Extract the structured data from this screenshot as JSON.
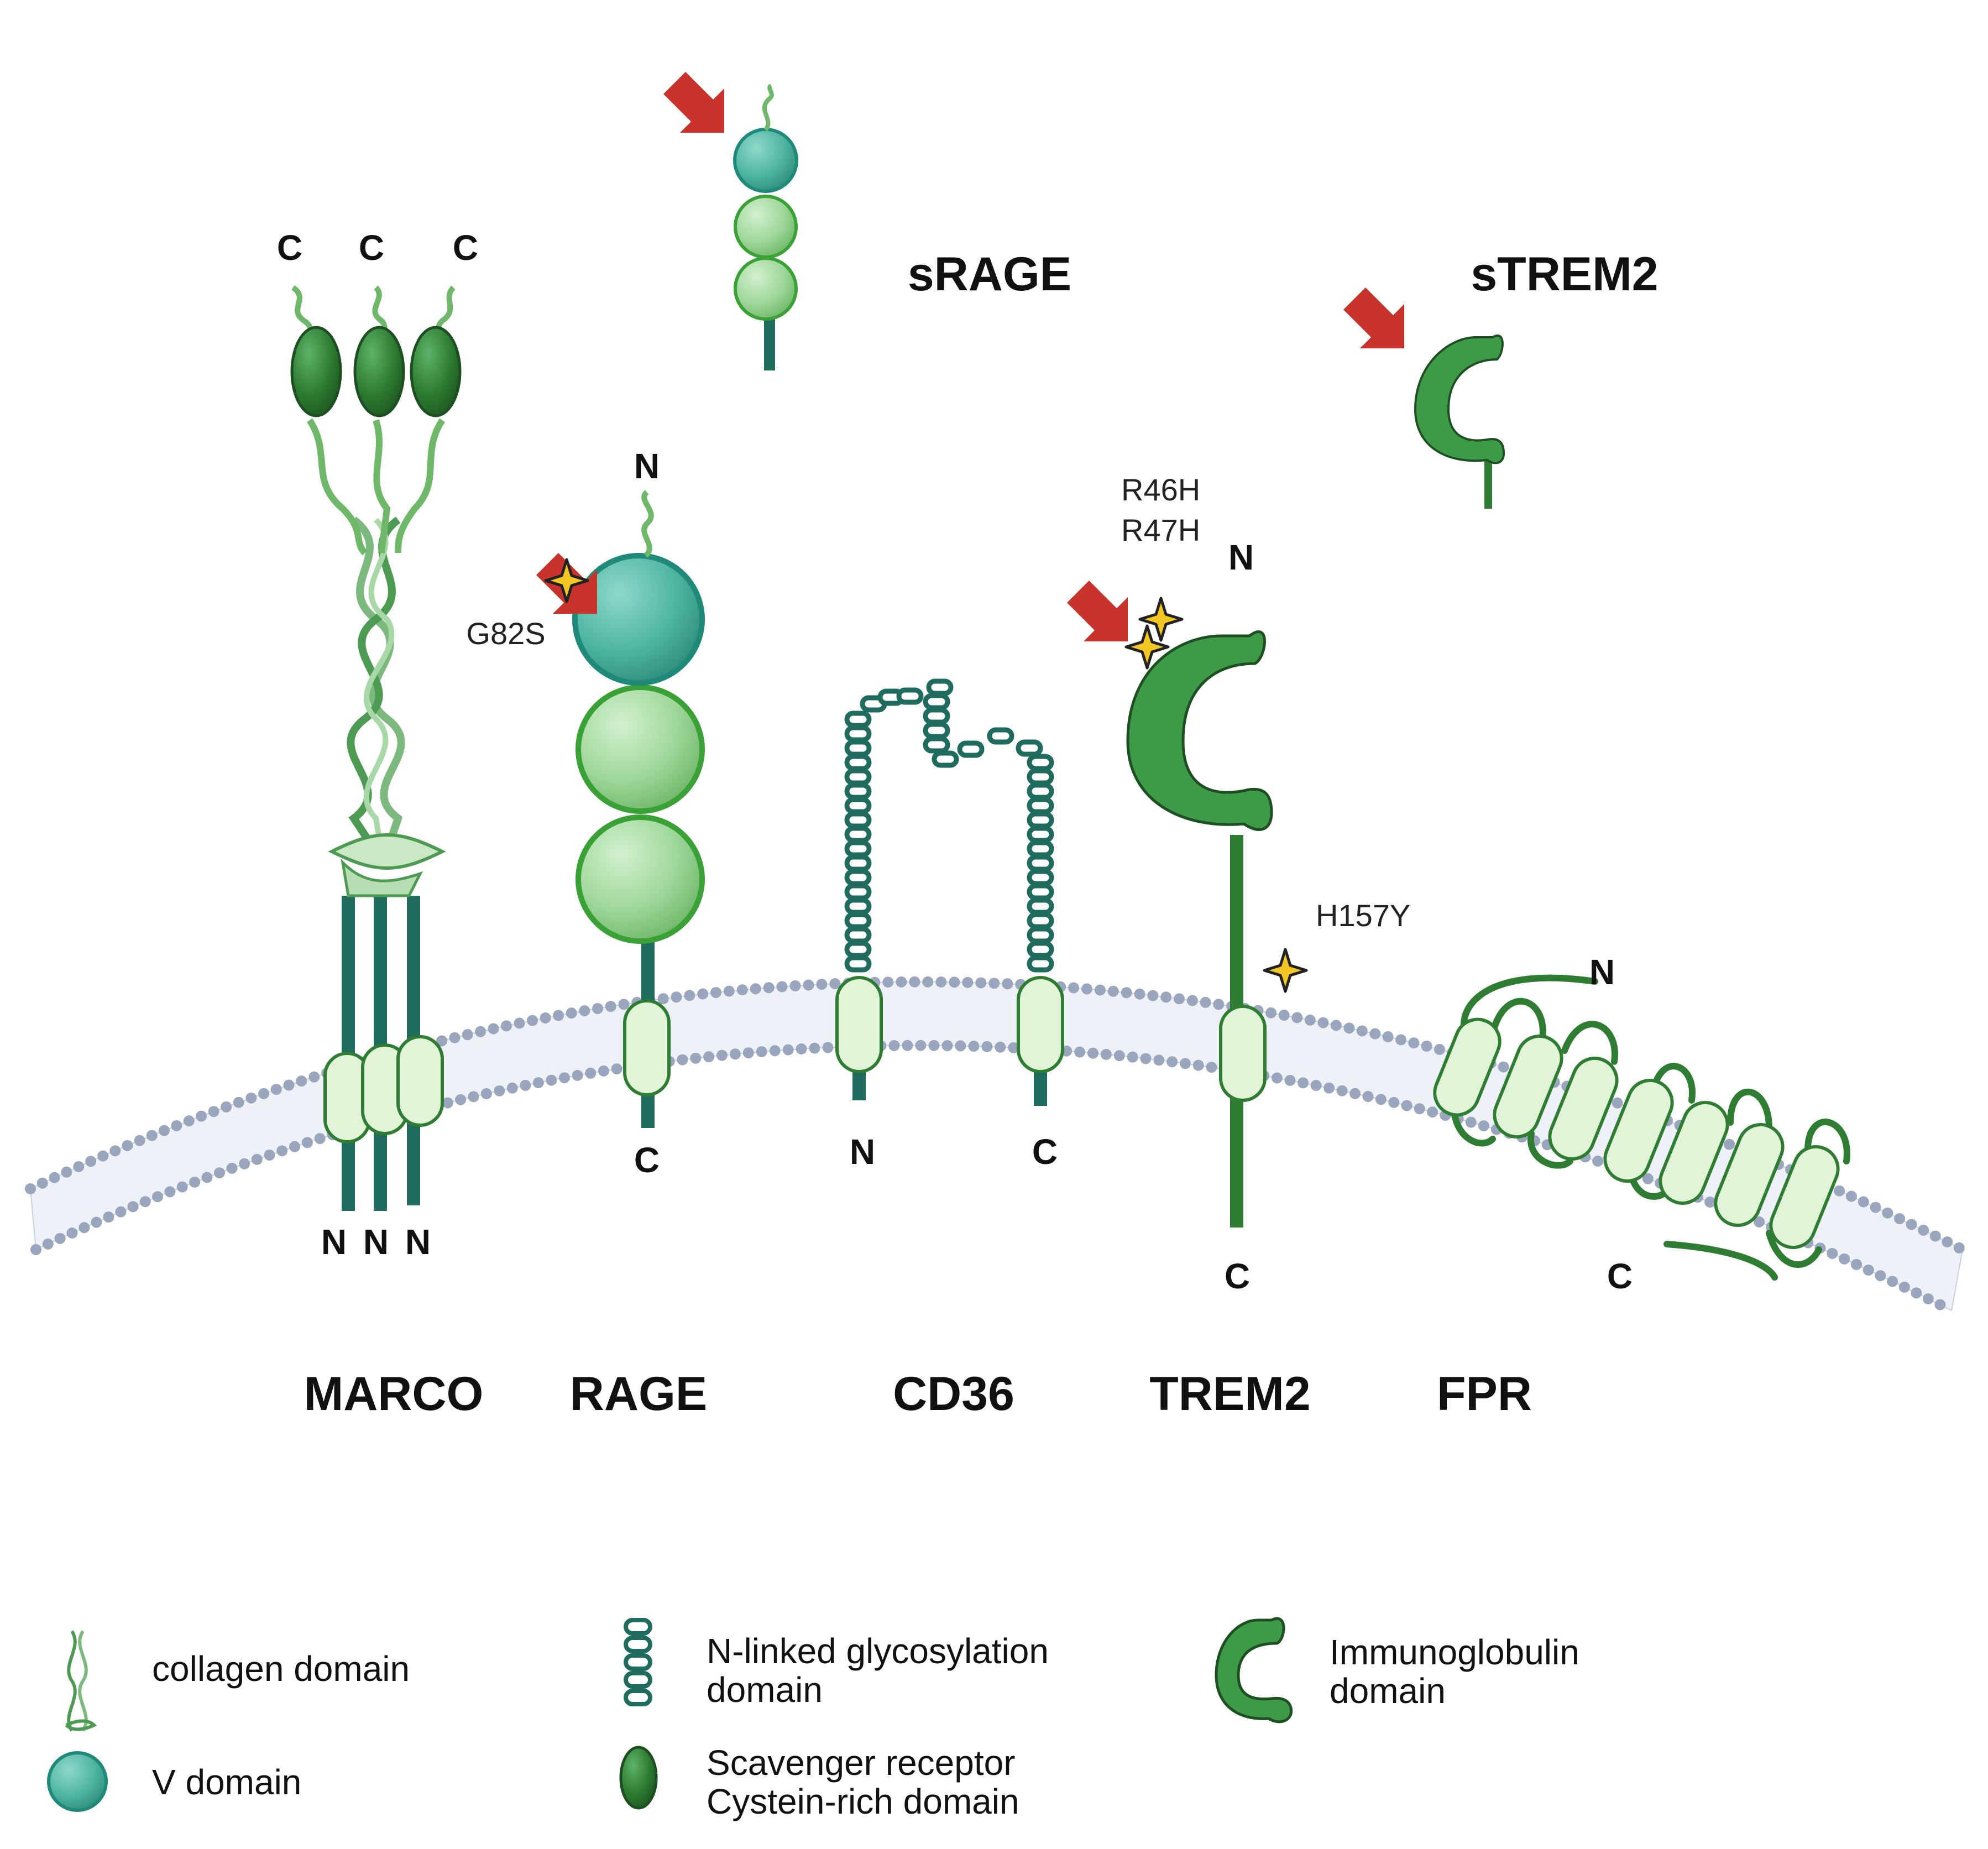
{
  "receptors": {
    "marco": "MARCO",
    "rage": "RAGE",
    "cd36": "CD36",
    "trem2": "TREM2",
    "fpr": "FPR"
  },
  "soluble": {
    "srage": "sRAGE",
    "strem2": "sTREM2"
  },
  "mutations": {
    "rage": "G82S",
    "trem2_1": "R46H",
    "trem2_2": "R47H",
    "trem2_3": "H157Y"
  },
  "termini": {
    "c": "C",
    "n": "N"
  },
  "legend": {
    "collagen": "collagen domain",
    "v_domain": "V domain",
    "glyco_1": "N-linked glycosylation",
    "glyco_2": "domain",
    "scav_1": "Scavenger receptor",
    "scav_2": "Cystein-rich domain",
    "ig_1": "Immunoglobulin",
    "ig_2": "domain"
  },
  "colors": {
    "v_domain": "#4fb5a3",
    "light_domain": "#9fd79a",
    "dark_green": "#2e7d32",
    "trem2_green": "#3d9b47",
    "teal_stalk": "#1f6b5e",
    "arrow_red": "#c8342c",
    "star_yellow": "#f3c623",
    "membrane_bead": "#9aa6bd",
    "tm_fill": "#e2f4d8"
  }
}
